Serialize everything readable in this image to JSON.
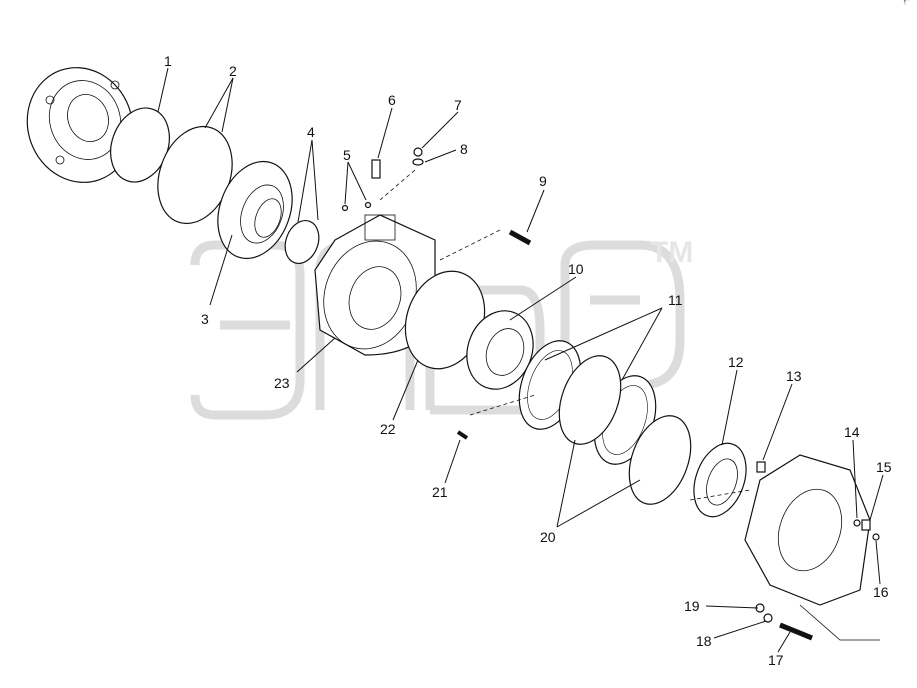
{
  "diagram": {
    "corner_mark": "¶ˇ ´",
    "watermark": {
      "brand": "TM",
      "color": "#e6e6e6"
    },
    "callouts": [
      "1",
      "2",
      "3",
      "4",
      "5",
      "6",
      "7",
      "8",
      "9",
      "10",
      "11",
      "12",
      "13",
      "14",
      "15",
      "16",
      "17",
      "18",
      "19",
      "20",
      "21",
      "22",
      "23"
    ],
    "colors": {
      "line": "#111111",
      "background": "#ffffff"
    }
  }
}
